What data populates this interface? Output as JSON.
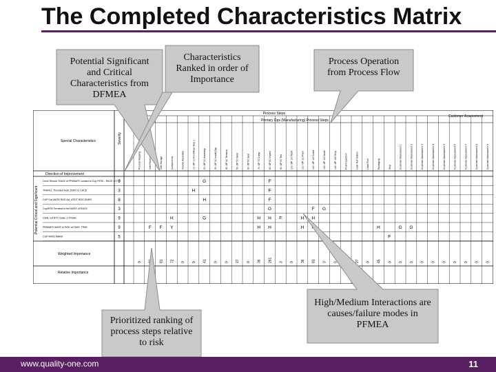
{
  "title": "The Completed Characteristics Matrix",
  "footer": {
    "url": "www.quality-one.com",
    "page": "11"
  },
  "colors": {
    "accent": "#5a1e63",
    "callout_fill": "#c9c9c9",
    "callout_stroke": "#8c8c8c"
  },
  "callouts": {
    "dfmea": [
      "Potential Significant",
      "and Critical",
      "Characteristics from",
      "DFMEA"
    ],
    "ranked": [
      "Characteristics",
      "Ranked in order of",
      "Importance"
    ],
    "process_flow": [
      "Process Operation",
      "from Process Flow"
    ],
    "ranking": [
      "Prioritized ranking of",
      "process steps relative",
      "to risk"
    ],
    "interactions": [
      "High/Medium Interactions are",
      "causes/failure modes in",
      "PFMEA"
    ]
  },
  "sheet": {
    "process_steps": "Process Steps",
    "primary_steps": "Primary Ops (Manufacturing) Process Steps",
    "customer": "Customer Assessment",
    "special": "Special Characteristics",
    "severity": "Severity",
    "direction": "Direction of Improvement",
    "side_label": "Potential Critical and Significant",
    "weighted": "Weighted Importance",
    "relative": "Relative Importance",
    "rows": [
      {
        "label": "Level Sensor: RACE of PRIMARY contact to Cup+RTB... RACE of TTT",
        "severity": "9",
        "marks": [
          [
            "6",
            "G"
          ],
          [
            "12",
            "F"
          ]
        ]
      },
      {
        "label": "TRAVEL: Provided Hole ZERO to CACE",
        "severity": "3",
        "marks": [
          [
            "5",
            "H"
          ],
          [
            "12",
            "F"
          ]
        ]
      },
      {
        "label": "CUP Cut MATE ROE AA: ATE/T RDG ENER",
        "severity": "8",
        "marks": [
          [
            "6",
            "H"
          ],
          [
            "12",
            "F"
          ]
        ]
      },
      {
        "label": "Cup/RTB Terminal to the MATE of RACE",
        "severity": "3",
        "marks": [
          [
            "12",
            "G"
          ],
          [
            "16",
            "F"
          ],
          [
            "17",
            "G"
          ]
        ]
      },
      {
        "label": "CEAL cut BTC Scale 1:4 Ratio",
        "severity": "9",
        "marks": [
          [
            "3",
            "H"
          ],
          [
            "6",
            "G"
          ],
          [
            "11",
            "H"
          ],
          [
            "12",
            "H"
          ],
          [
            "13",
            "F"
          ],
          [
            "15",
            "H"
          ],
          [
            "16",
            "H"
          ]
        ]
      },
      {
        "label": "PRIMARY MATE of ROE at TAKE: TRIM",
        "severity": "9",
        "marks": [
          [
            "1",
            "F"
          ],
          [
            "2",
            "F"
          ],
          [
            "3",
            "Y"
          ],
          [
            "11",
            "H"
          ],
          [
            "12",
            "H"
          ],
          [
            "15",
            "H"
          ],
          [
            "16",
            "H"
          ],
          [
            "22",
            "H"
          ],
          [
            "24",
            "G"
          ],
          [
            "25",
            "G"
          ]
        ]
      },
      {
        "label": "CUP RATE MARK",
        "severity": "5",
        "marks": [
          [
            "23",
            "F"
          ]
        ]
      }
    ],
    "columns": [
      {
        "header": "Process Mapping",
        "weight": "0"
      },
      {
        "header": "Inlet Receiving",
        "weight": "81"
      },
      {
        "header": "Inlet Storage",
        "weight": "81"
      },
      {
        "header": "Components",
        "weight": "72"
      },
      {
        "header": "Volume Assembly",
        "weight": "0"
      },
      {
        "header": "10. OP 10 Front/Rear Step 1",
        "weight": "9"
      },
      {
        "header": "20. OP 20 Assembly",
        "weight": "41"
      },
      {
        "header": "30. OP 30 Install Cap",
        "weight": "0"
      },
      {
        "header": "40. OP 40 Terminal",
        "weight": "0"
      },
      {
        "header": "50. OP 50 Weld",
        "weight": "27"
      },
      {
        "header": "60. OP 60 Seal",
        "weight": "0"
      },
      {
        "header": "70. OP 70 Crimp",
        "weight": "36"
      },
      {
        "header": "80. OP 80 Inspect",
        "weight": "261"
      },
      {
        "header": "90. OP 90 Test",
        "weight": "3"
      },
      {
        "header": "100. OP 100 Mark",
        "weight": "0"
      },
      {
        "header": "110. OP 110 Pack",
        "weight": "36"
      },
      {
        "header": "120. OP 120 Label",
        "weight": "81"
      },
      {
        "header": "130. OP 130 Audit",
        "weight": "3"
      },
      {
        "header": "140. OP 140 Ship",
        "weight": "0"
      },
      {
        "header": "Final Inspection",
        "weight": "0"
      },
      {
        "header": "Leak Test Station",
        "weight": "27"
      },
      {
        "header": "Label Print",
        "weight": "0"
      },
      {
        "header": "Packaging",
        "weight": "45"
      },
      {
        "header": "Ship",
        "weight": "0"
      },
      {
        "header": "Customer Assessment 1",
        "weight": "0"
      },
      {
        "header": "Customer Assessment 2",
        "weight": "0"
      },
      {
        "header": "Customer Assessment 3",
        "weight": "0"
      },
      {
        "header": "Customer Assessment 4",
        "weight": "0"
      },
      {
        "header": "Customer Assessment 5",
        "weight": "0"
      },
      {
        "header": "Customer Assessment 6",
        "weight": "0"
      },
      {
        "header": "Customer Assessment 7",
        "weight": "0"
      },
      {
        "header": "Customer Assessment 8",
        "weight": "0"
      },
      {
        "header": "Customer Assessment 9",
        "weight": "0"
      }
    ]
  }
}
